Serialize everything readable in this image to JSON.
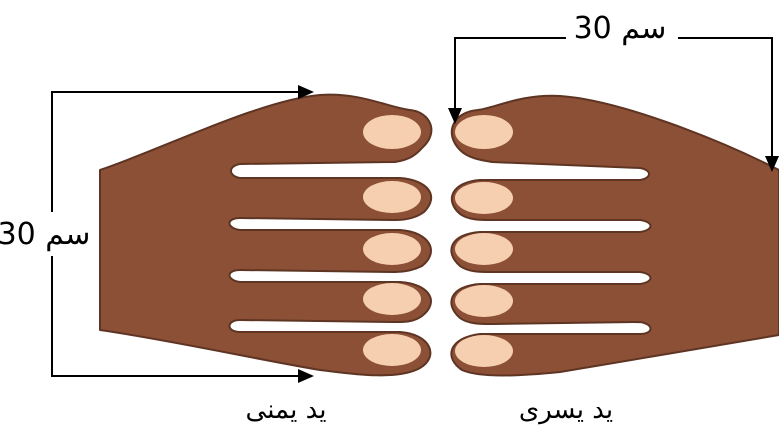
{
  "labels": {
    "top_dimension": "30 سم",
    "left_dimension": "30 سم",
    "right_hand": "يد يمنى",
    "left_hand": "يد يسرى"
  },
  "colors": {
    "skin": "#8C5036",
    "skin_outline": "#5E3423",
    "nail": "#F6CFB1",
    "arrow": "#000000"
  }
}
